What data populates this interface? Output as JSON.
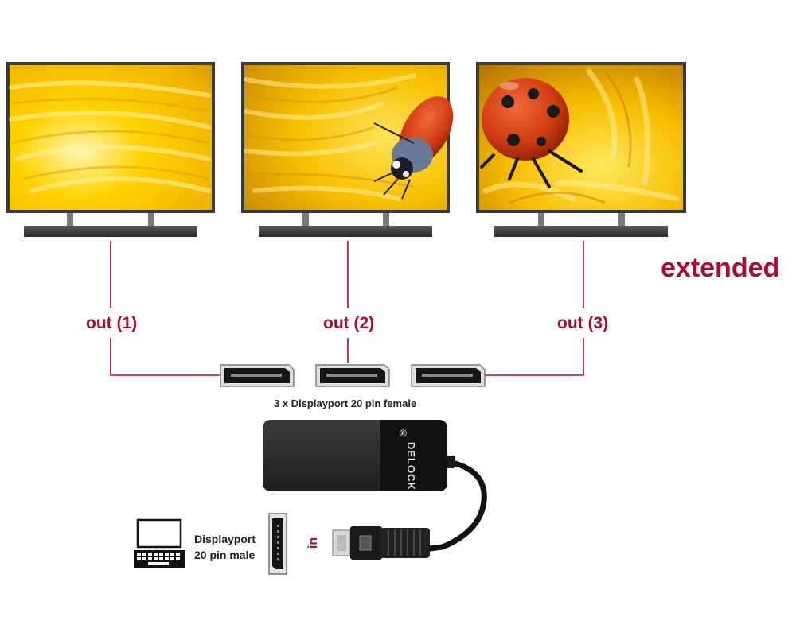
{
  "mode_label": "extended",
  "outputs": [
    {
      "label": "out (1)"
    },
    {
      "label": "out (2)"
    },
    {
      "label": "out (3)"
    }
  ],
  "ports_caption": "3 x Displayport 20 pin female",
  "input": {
    "label": "in",
    "connector_line1": "Displayport",
    "connector_line2": "20 pin male"
  },
  "brand": {
    "logo_text": "DELOCK",
    "registered_mark": "®"
  },
  "colors": {
    "accent": "#a50d35",
    "device": "#2b2b2b",
    "monitor_frame": "#3a3a3a"
  },
  "icons": [
    "laptop-icon",
    "displayport-male-connector-icon",
    "displayport-female-port-icon",
    "adapter-device-icon"
  ]
}
